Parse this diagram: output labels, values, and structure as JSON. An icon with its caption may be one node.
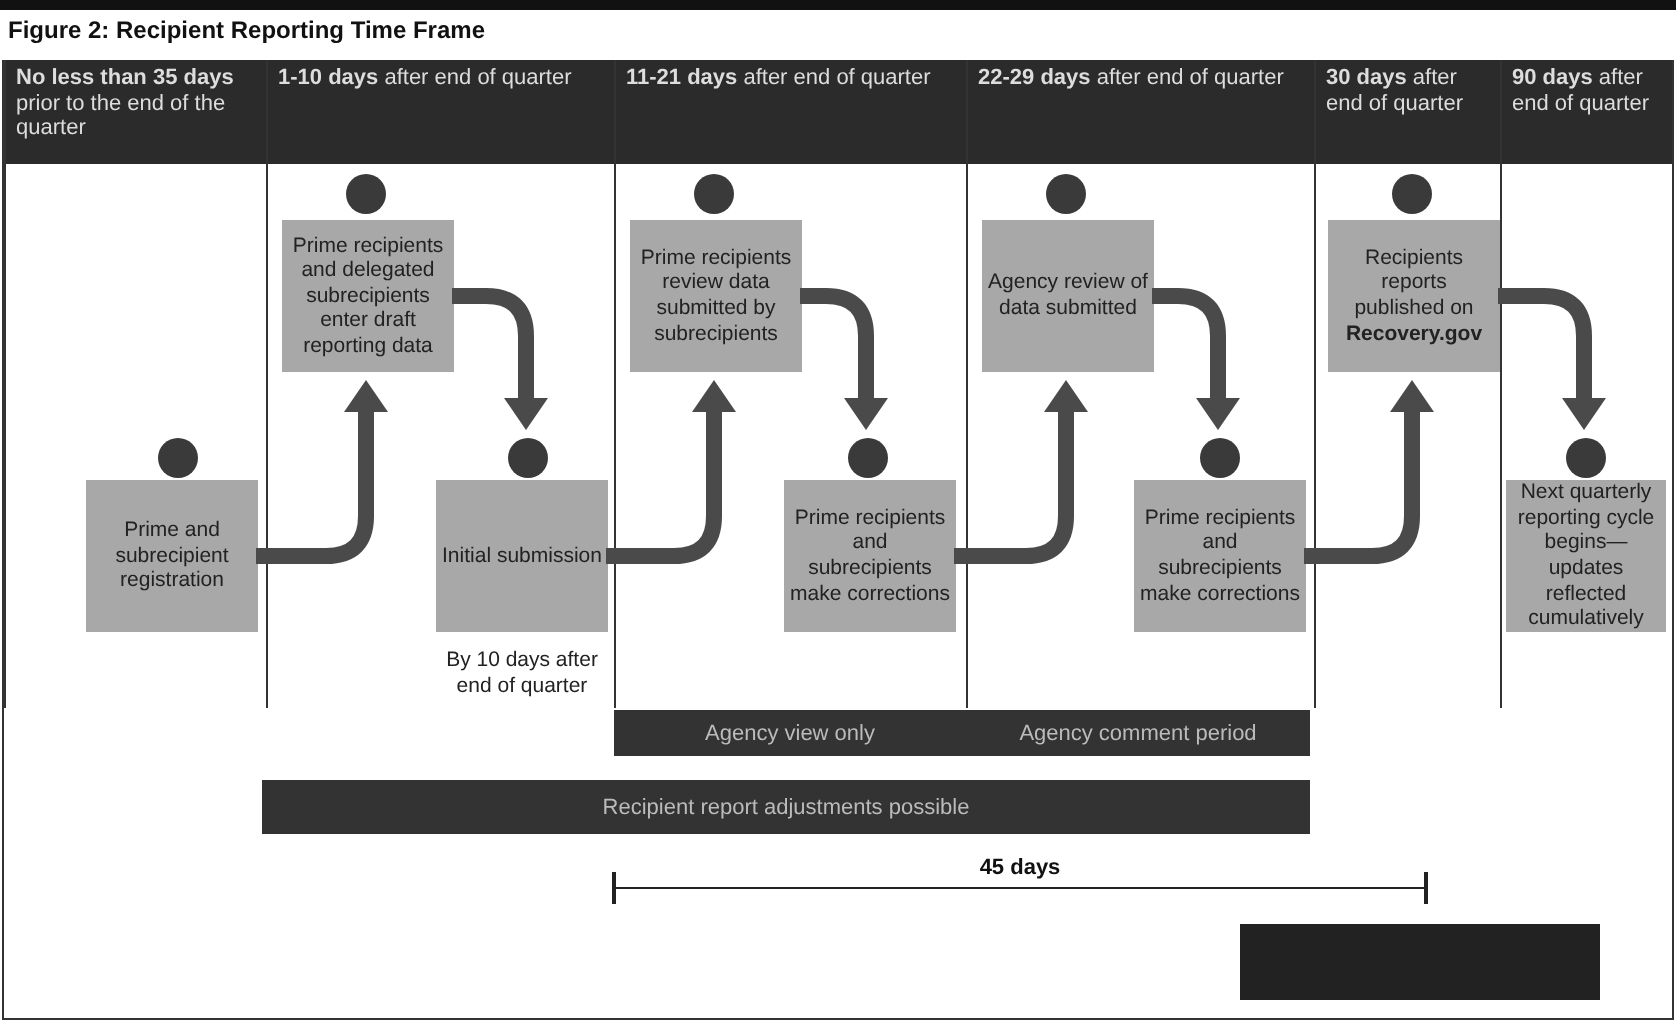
{
  "diagram": {
    "title": "Figure 2: Recipient Reporting Time Frame",
    "nodes": [
      {
        "text": [
          "**No less than 35 days** prior to the end of the quarter"
        ]
      },
      {
        "text": [
          "**1-10 days** after end of quarter"
        ]
      },
      {
        "text": [
          "**11-21 days** after end of quarter"
        ]
      },
      {
        "text": [
          "**22-29 days** after end of quarter"
        ]
      },
      {
        "text": [
          "**30 days** after end of quarter"
        ]
      },
      {
        "text": [
          "**90 days** after end of quarter"
        ]
      },
      {
        "text": [],
        "shape": "circle",
        "in": 0
      },
      {
        "text": [
          "Prime and subrecipient registration"
        ],
        "in": 0
      },
      {
        "text": [],
        "shape": "circle",
        "in": 1
      },
      {
        "text": [
          "Prime recipients and delegated subrecipients enter draft reporting data"
        ],
        "in": 1
      },
      {
        "text": [],
        "shape": "circle",
        "in": 1
      },
      {
        "text": [
          "Initial submission"
        ],
        "beside": [
          "By 10 days after end of quarter"
        ],
        "in": 1
      },
      {
        "text": [],
        "shape": "circle",
        "in": 2
      },
      {
        "text": [
          "Prime recipients review data submitted by subrecipients"
        ],
        "in": 2
      },
      {
        "text": [],
        "shape": "circle",
        "in": 2
      },
      {
        "text": [
          "Prime recipients and subrecipients make corrections"
        ],
        "in": 2
      },
      {
        "text": [],
        "shape": "circle",
        "in": 3
      },
      {
        "text": [
          "Agency review of data submitted"
        ],
        "in": 3
      },
      {
        "text": [],
        "shape": "circle",
        "in": 3
      },
      {
        "text": [
          "Prime recipients and subrecipients make corrections"
        ],
        "in": 3
      },
      {
        "text": [],
        "shape": "circle",
        "in": 4
      },
      {
        "text": [
          "Recipients reports published on **Recovery.gov**"
        ],
        "in": 4
      },
      {
        "text": [],
        "shape": "circle",
        "in": 5
      },
      {
        "text": [
          "Next quarterly reporting cycle begins—updates reflected cumulatively"
        ],
        "in": 5
      },
      {
        "text": [
          "Agency view only"
        ]
      },
      {
        "text": [
          "Agency comment period"
        ]
      },
      {
        "text": [
          "Recipient report adjustments possible"
        ]
      },
      {
        "text": [],
        "shape": "box"
      }
    ],
    "edges": [
      {
        "from": 7,
        "to": 9,
        "arrow": "to"
      },
      {
        "from": 9,
        "to": 10,
        "arrow": "to"
      },
      {
        "from": 11,
        "to": 13,
        "arrow": "to"
      },
      {
        "from": 13,
        "to": 14,
        "arrow": "to"
      },
      {
        "from": 15,
        "to": 17,
        "arrow": "to"
      },
      {
        "from": 17,
        "to": 18,
        "arrow": "to"
      },
      {
        "from": 19,
        "to": 21,
        "arrow": "to"
      },
      {
        "from": 21,
        "to": 22,
        "arrow": "to"
      }
    ],
    "labels": [
      "45 days"
    ]
  }
}
